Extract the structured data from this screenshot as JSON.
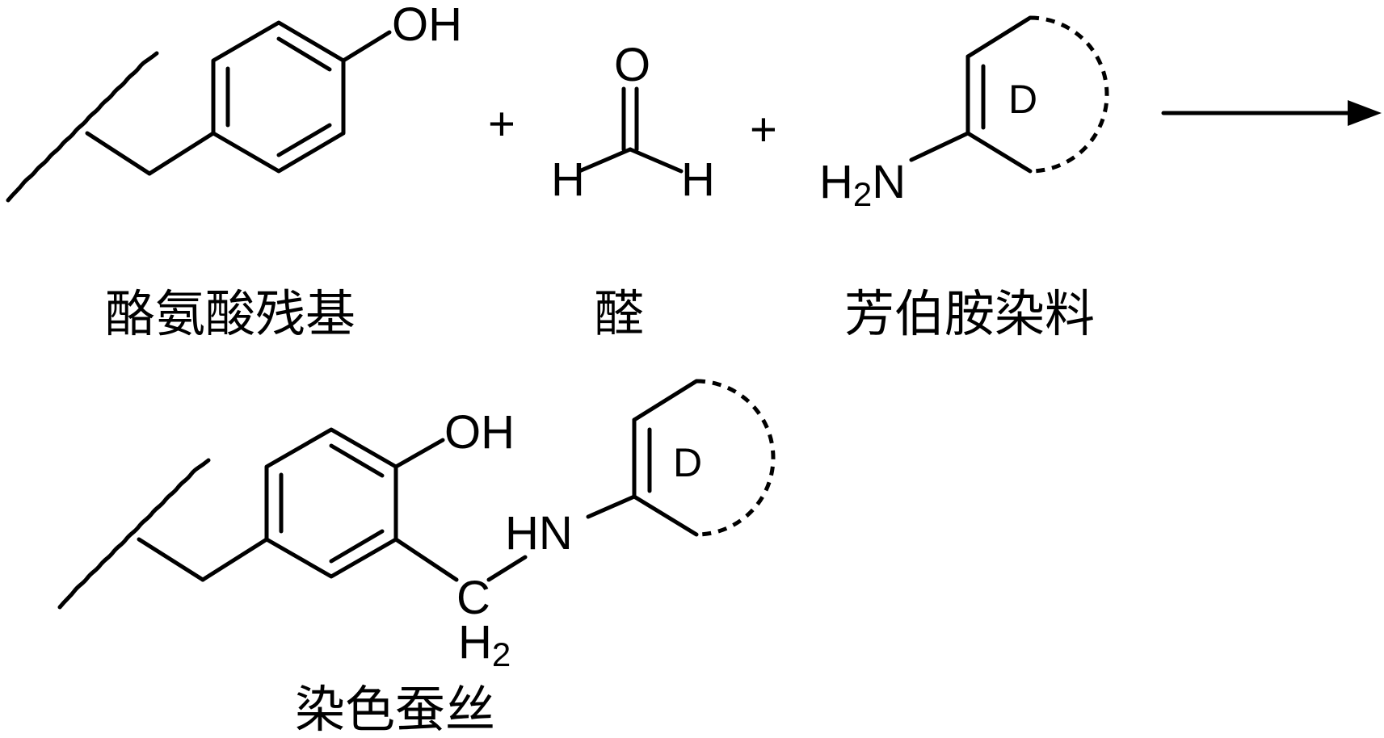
{
  "atoms": {
    "oh": "OH",
    "o": "O",
    "h": "H",
    "n": "N",
    "hn": "HN",
    "c": "C",
    "nh2_h": "H",
    "nh2_n": "N",
    "ch2_h": "H",
    "sub2": "2",
    "ring": "D",
    "plus": "+"
  },
  "captions": {
    "tyrosine": "酪氨酸残基",
    "aldehyde": "醛",
    "dye": "芳伯胺染料",
    "product": "染色蚕丝"
  }
}
